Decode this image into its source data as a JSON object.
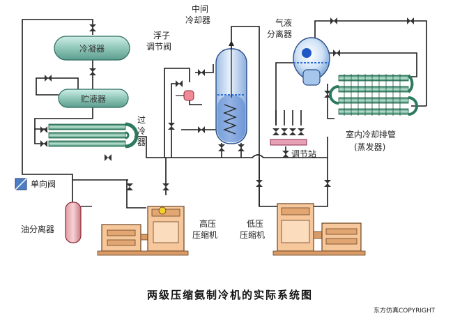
{
  "title": "两级压缩氨制冷机的实际系统图",
  "copyright": "东方仿真COPYRIGHT",
  "labels": {
    "condenser": "冷凝器",
    "receiver": "贮液器",
    "subcooler_line1": "过",
    "subcooler_line2": "冷",
    "subcooler_line3": "器",
    "intercooler_line1": "中间",
    "intercooler_line2": "冷却器",
    "float_valve_line1": "浮子",
    "float_valve_line2": "调节阀",
    "separator_line1": "气液",
    "separator_line2": "分离器",
    "check_valve": "单向阀",
    "station": "调节站",
    "evaporator_line1": "室内冷却排管",
    "evaporator_line2": "(蒸发器)",
    "oil_separator": "油分离器",
    "hp_compressor_line1": "高压",
    "hp_compressor_line2": "压缩机",
    "lp_compressor_line1": "低压",
    "lp_compressor_line2": "压缩机"
  },
  "colors": {
    "pipe": "#1a1a1a",
    "vessel": "#a9d3c8",
    "machine": "#f6c79a",
    "intercooler_shell": "#cfe0f5",
    "liquid": "#2f6fd6",
    "valve": "#333333",
    "title": "#111111"
  }
}
